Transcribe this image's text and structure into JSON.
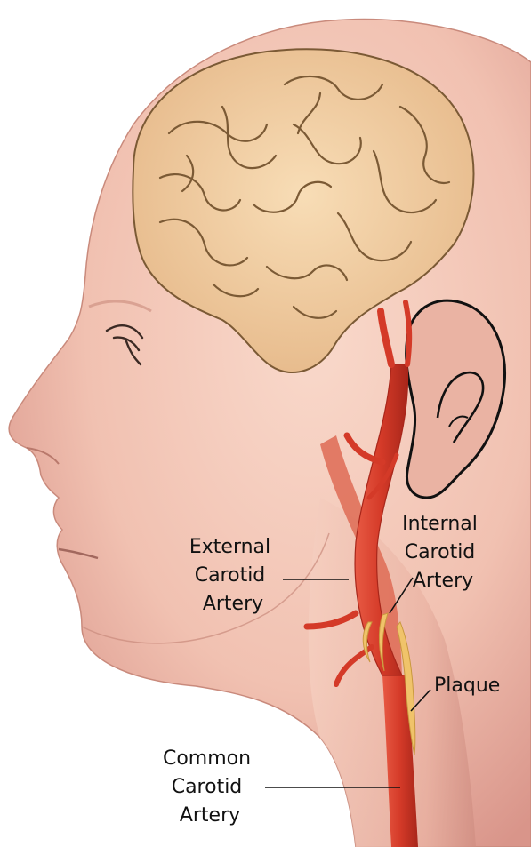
{
  "labels": {
    "external_carotid": [
      "External",
      "Carotid",
      "Artery"
    ],
    "internal_carotid": [
      "Internal",
      "Carotid",
      "Artery"
    ],
    "plaque": [
      "Plaque"
    ],
    "common_carotid": [
      "Common",
      "Carotid",
      "Artery"
    ]
  },
  "colors": {
    "skin": "#f3c7b7",
    "skin_shadow": "#d9958a",
    "brain": "#f1cfa0",
    "brain_outline": "#7b5a35",
    "artery": "#d43a28",
    "artery_dark": "#a8261a",
    "plaque": "#f0c36a",
    "label_text": "#111111"
  }
}
